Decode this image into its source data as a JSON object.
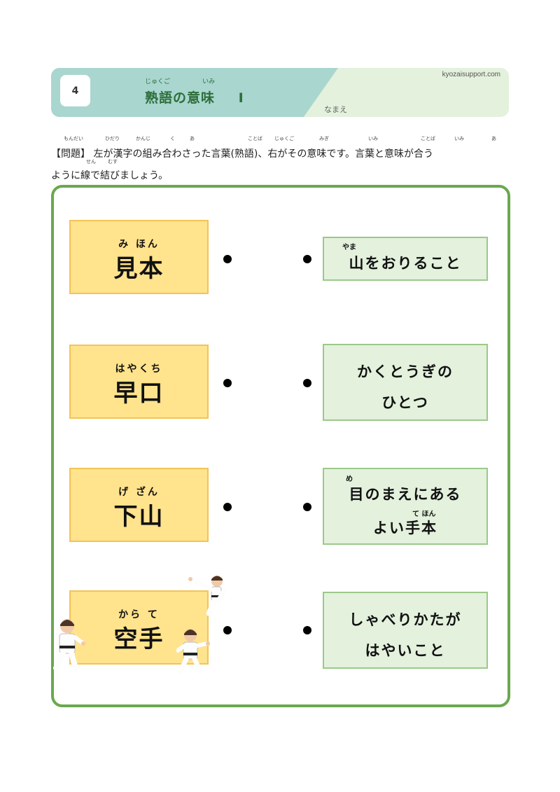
{
  "header": {
    "number": "4",
    "title": "熟語の意味",
    "title_suffix": "Ⅰ",
    "title_ruby": [
      "じゅくご",
      "いみ"
    ],
    "site": "kyozaisupport.com",
    "name_label": "なまえ"
  },
  "instruction": {
    "line1": "【問題】 左が漢字の組み合わさった言葉(熟語)、右がその意味です。言葉と意味が合う",
    "line2": "ように線で結びましょう。",
    "ruby": [
      "もんだい",
      "ひだり",
      "かんじ",
      "く",
      "あ",
      "ことば",
      "じゅくご",
      "みぎ",
      "いみ",
      "ことば",
      "いみ",
      "あ",
      "せん",
      "むす"
    ]
  },
  "left_items": [
    {
      "ruby": "み ほん",
      "word": "見本"
    },
    {
      "ruby": "はやくち",
      "word": "早口"
    },
    {
      "ruby": "げ ざん",
      "word": "下山"
    },
    {
      "ruby": "から て",
      "word": "空手"
    }
  ],
  "right_items": [
    {
      "line1": "山をおりること",
      "line2": "",
      "ruby": "やま"
    },
    {
      "line1": "かくとうぎの",
      "line2": "ひとつ",
      "ruby": ""
    },
    {
      "line1": "目のまえにある",
      "line2": "よい手本",
      "ruby": "め",
      "ruby2": "て ほん"
    },
    {
      "line1": "しゃべりかたが",
      "line2": "はやいこと",
      "ruby": ""
    }
  ],
  "colors": {
    "frame": "#6aa84f",
    "left_box": "#ffe38d",
    "right_box": "#e3f1dd",
    "header_teal": "#a9d6cf"
  }
}
